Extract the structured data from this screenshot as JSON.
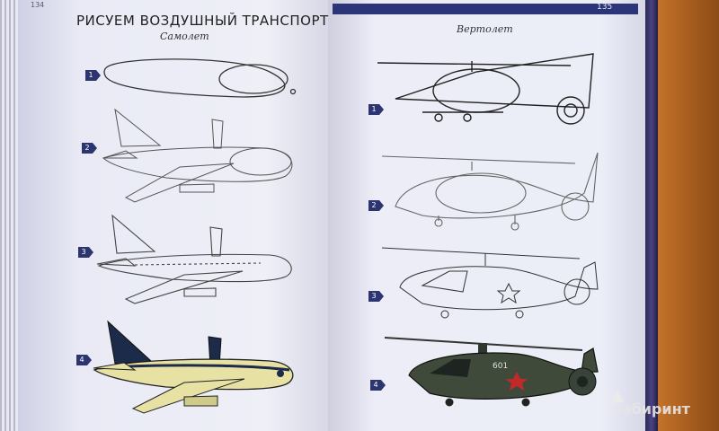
{
  "left_page": {
    "page_number": "134",
    "title": "Рисуем воздушный транспорт",
    "subtitle": "Самолет",
    "steps": [
      "1",
      "2",
      "3",
      "4"
    ]
  },
  "right_page": {
    "page_number": "135",
    "subtitle": "Вертолет",
    "steps": [
      "1",
      "2",
      "3",
      "4"
    ],
    "helicopter_tail_number": "601"
  },
  "watermark": {
    "text": "лабиринт",
    "icon": "labirint-a-logo-icon"
  },
  "colors": {
    "page_bar": "#2c3577",
    "step_marker": "#2d3570",
    "plane_fuselage": "#e7e2a3",
    "plane_tail": "#1d2b4a",
    "helicopter_body": "#3f4a3a",
    "star": "#c22a2a"
  }
}
